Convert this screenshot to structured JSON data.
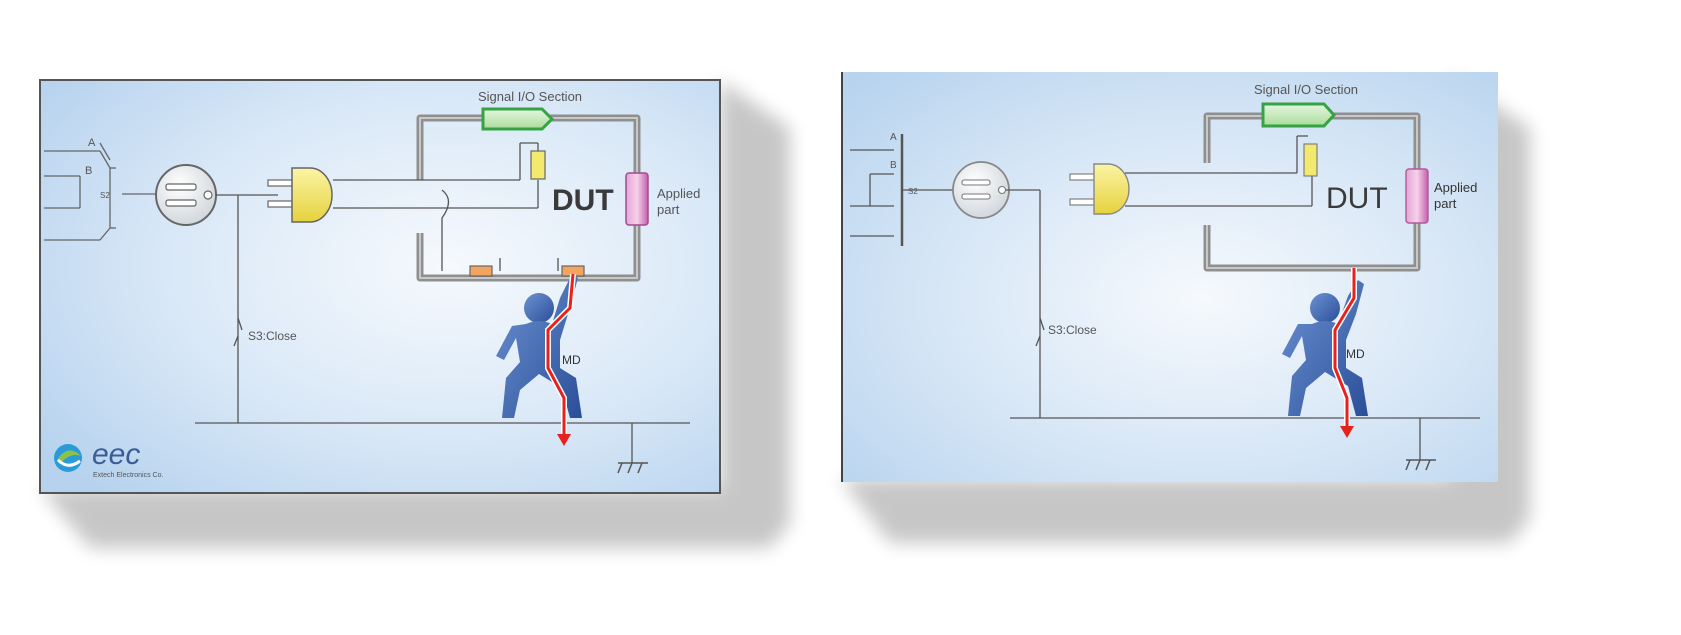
{
  "diagrams": [
    {
      "signal_section": "Signal I/O Section",
      "dut": "DUT",
      "applied_part": [
        "Applied",
        "part"
      ],
      "switch_a": "A",
      "switch_b": "B",
      "switch_s2": "S2",
      "switch_s3": "S3:Close",
      "md": "MD",
      "logo_text": "eec",
      "logo_sub": "Extech Electronics Co."
    },
    {
      "signal_section": "Signal I/O Section",
      "dut": "DUT",
      "applied_part": [
        "Applied",
        "part"
      ],
      "switch_a": "A",
      "switch_b": "B",
      "switch_s2": "S2",
      "switch_s3": "S3:Close",
      "md": "MD"
    }
  ],
  "colors": {
    "panel_light": "#f4f8fd",
    "panel_dark": "#bcd6ef",
    "wire": "#555555",
    "enclosure": "#8a8a8a",
    "signal_box": "#3aa64a",
    "plug": "#f2e45a",
    "resistor": "#f3e56a",
    "applied_part": "#d37fbd",
    "current_path": "#e8211c",
    "figure": "#3d63ad",
    "terminal": "#f0a062"
  },
  "icons": [
    "socket-icon",
    "plug-icon",
    "person-icon",
    "ground-icon",
    "eec-logo-icon"
  ]
}
